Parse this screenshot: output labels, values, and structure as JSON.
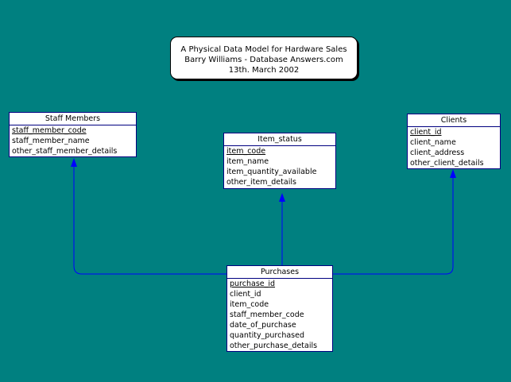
{
  "note": {
    "line1": "A Physical Data Model for Hardware Sales",
    "line2": "Barry Williams - Database Answers.com",
    "line3": "13th. March 2002"
  },
  "colors": {
    "background": "#008080",
    "entity_border": "#000080",
    "relationship": "#0000ff"
  },
  "entities": {
    "staff_members": {
      "title": "Staff Members",
      "attrs": [
        "staff_member_code",
        "staff_member_name",
        "other_staff_member_details"
      ]
    },
    "item_status": {
      "title": "Item_status",
      "attrs": [
        "item_code",
        "item_name",
        "item_quantity_available",
        "other_item_details"
      ]
    },
    "clients": {
      "title": "Clients",
      "attrs": [
        "client_id",
        "client_name",
        "client_address",
        "other_client_details"
      ]
    },
    "purchases": {
      "title": "Purchases",
      "attrs": [
        "purchase_id",
        "client_id",
        "item_code",
        "staff_member_code",
        "date_of_purchase",
        "quantity_purchased",
        "other_purchase_details"
      ]
    }
  }
}
